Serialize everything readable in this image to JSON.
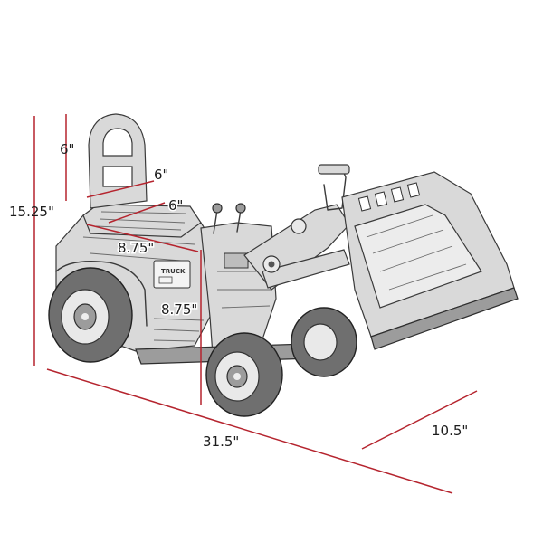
{
  "product": {
    "badge_text": "TRUCK"
  },
  "dimensions": {
    "overall_height": "15.25\"",
    "backrest_height": "6\"",
    "backrest_width": "6\"",
    "seat_depth": "6\"",
    "seat_width": "8.75\"",
    "seat_height": "8.75\"",
    "overall_length": "31.5\"",
    "overall_width": "10.5\""
  },
  "colors": {
    "dimension_lines": "#b5242e",
    "sketch": "#3a3a3a"
  }
}
